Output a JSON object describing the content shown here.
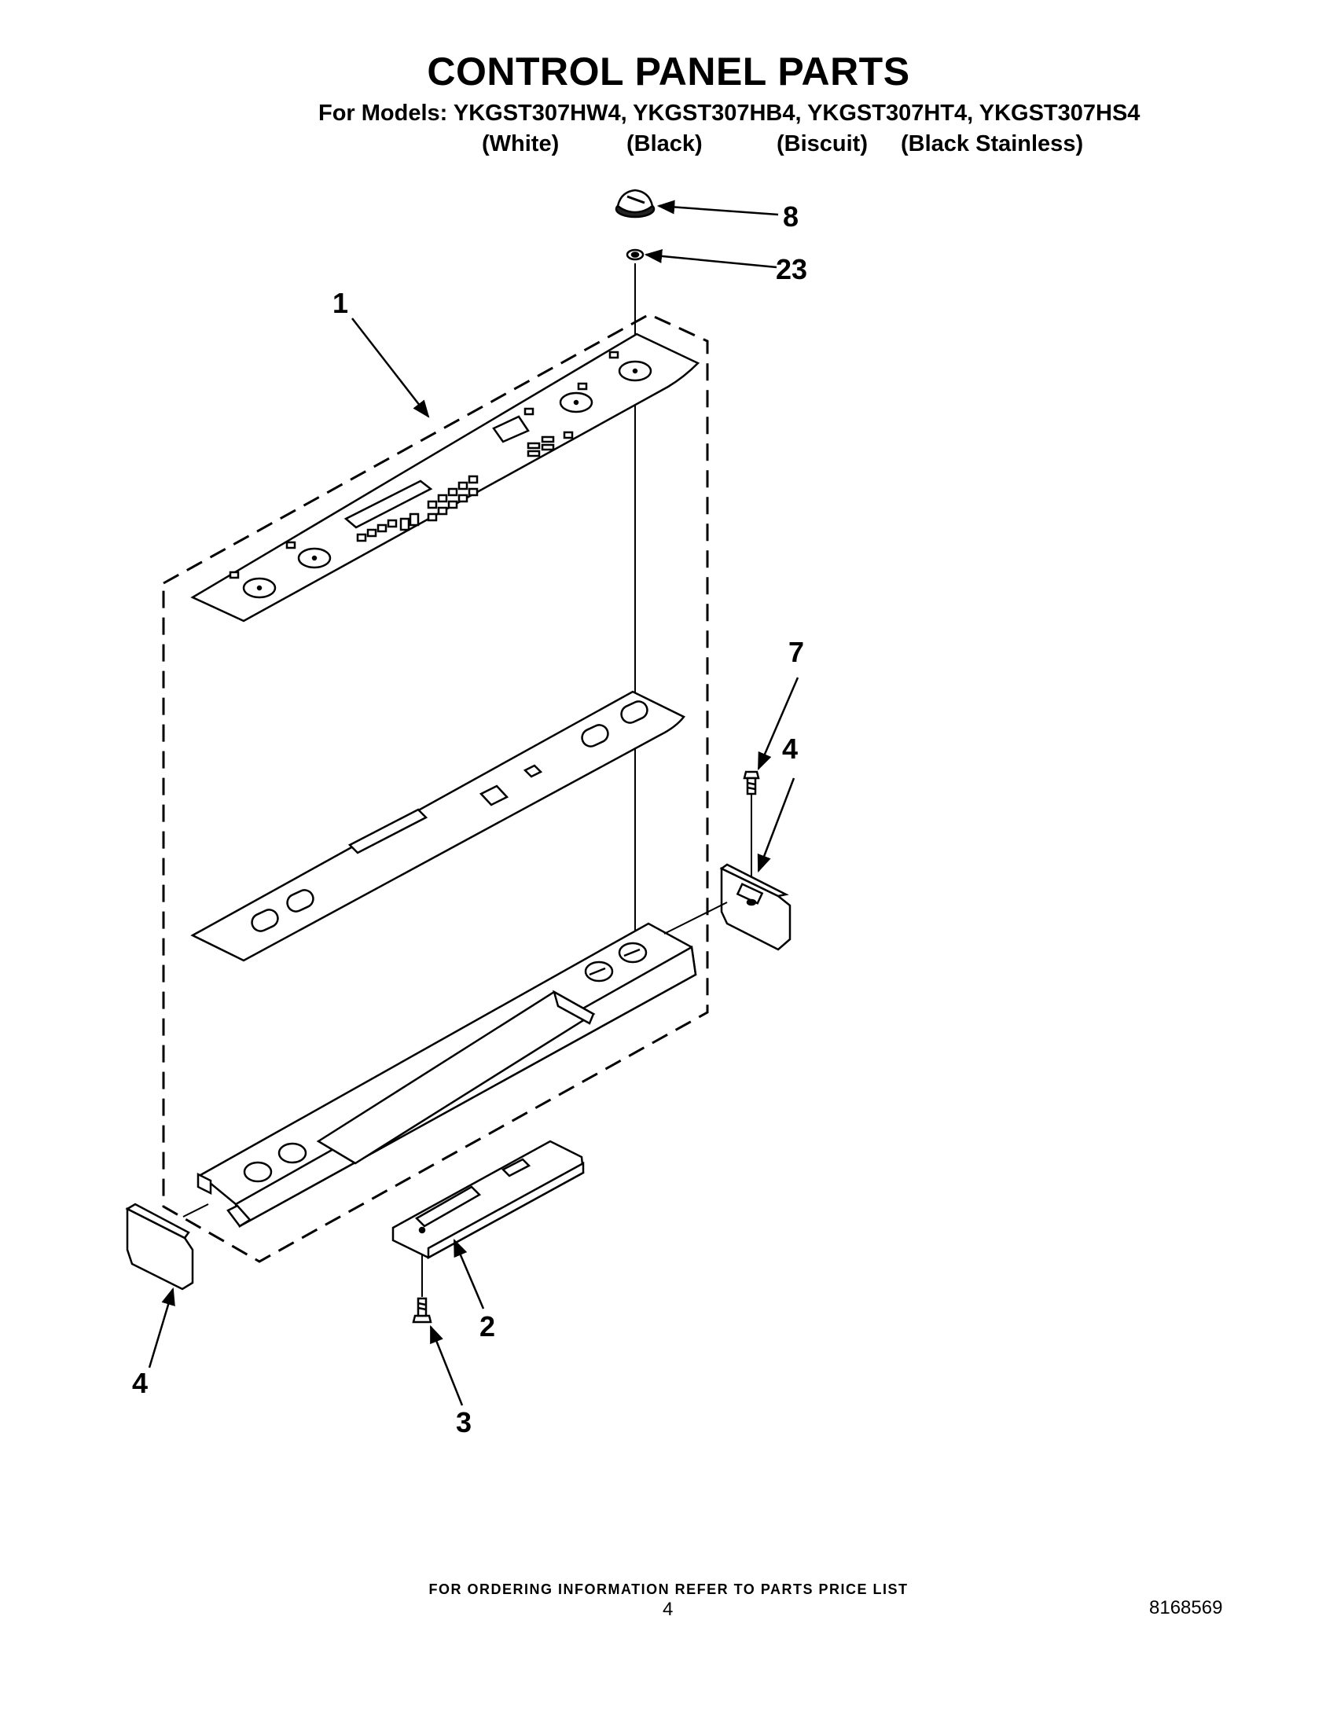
{
  "title": "CONTROL PANEL PARTS",
  "models_line": "For Models: YKGST307HW4, YKGST307HB4, YKGST307HT4, YKGST307HS4",
  "colors": [
    "(White)",
    "(Black)",
    "(Biscuit)",
    "(Black Stainless)"
  ],
  "callouts": {
    "knob": "8",
    "washer": "23",
    "graphic_panel": "1",
    "screw_top": "7",
    "end_cap_right": "4",
    "end_cap_left": "4",
    "circuit_board": "2",
    "screw_bottom": "3"
  },
  "footer": "FOR ORDERING INFORMATION REFER TO PARTS PRICE LIST",
  "page_number": "4",
  "document_number": "8168569"
}
